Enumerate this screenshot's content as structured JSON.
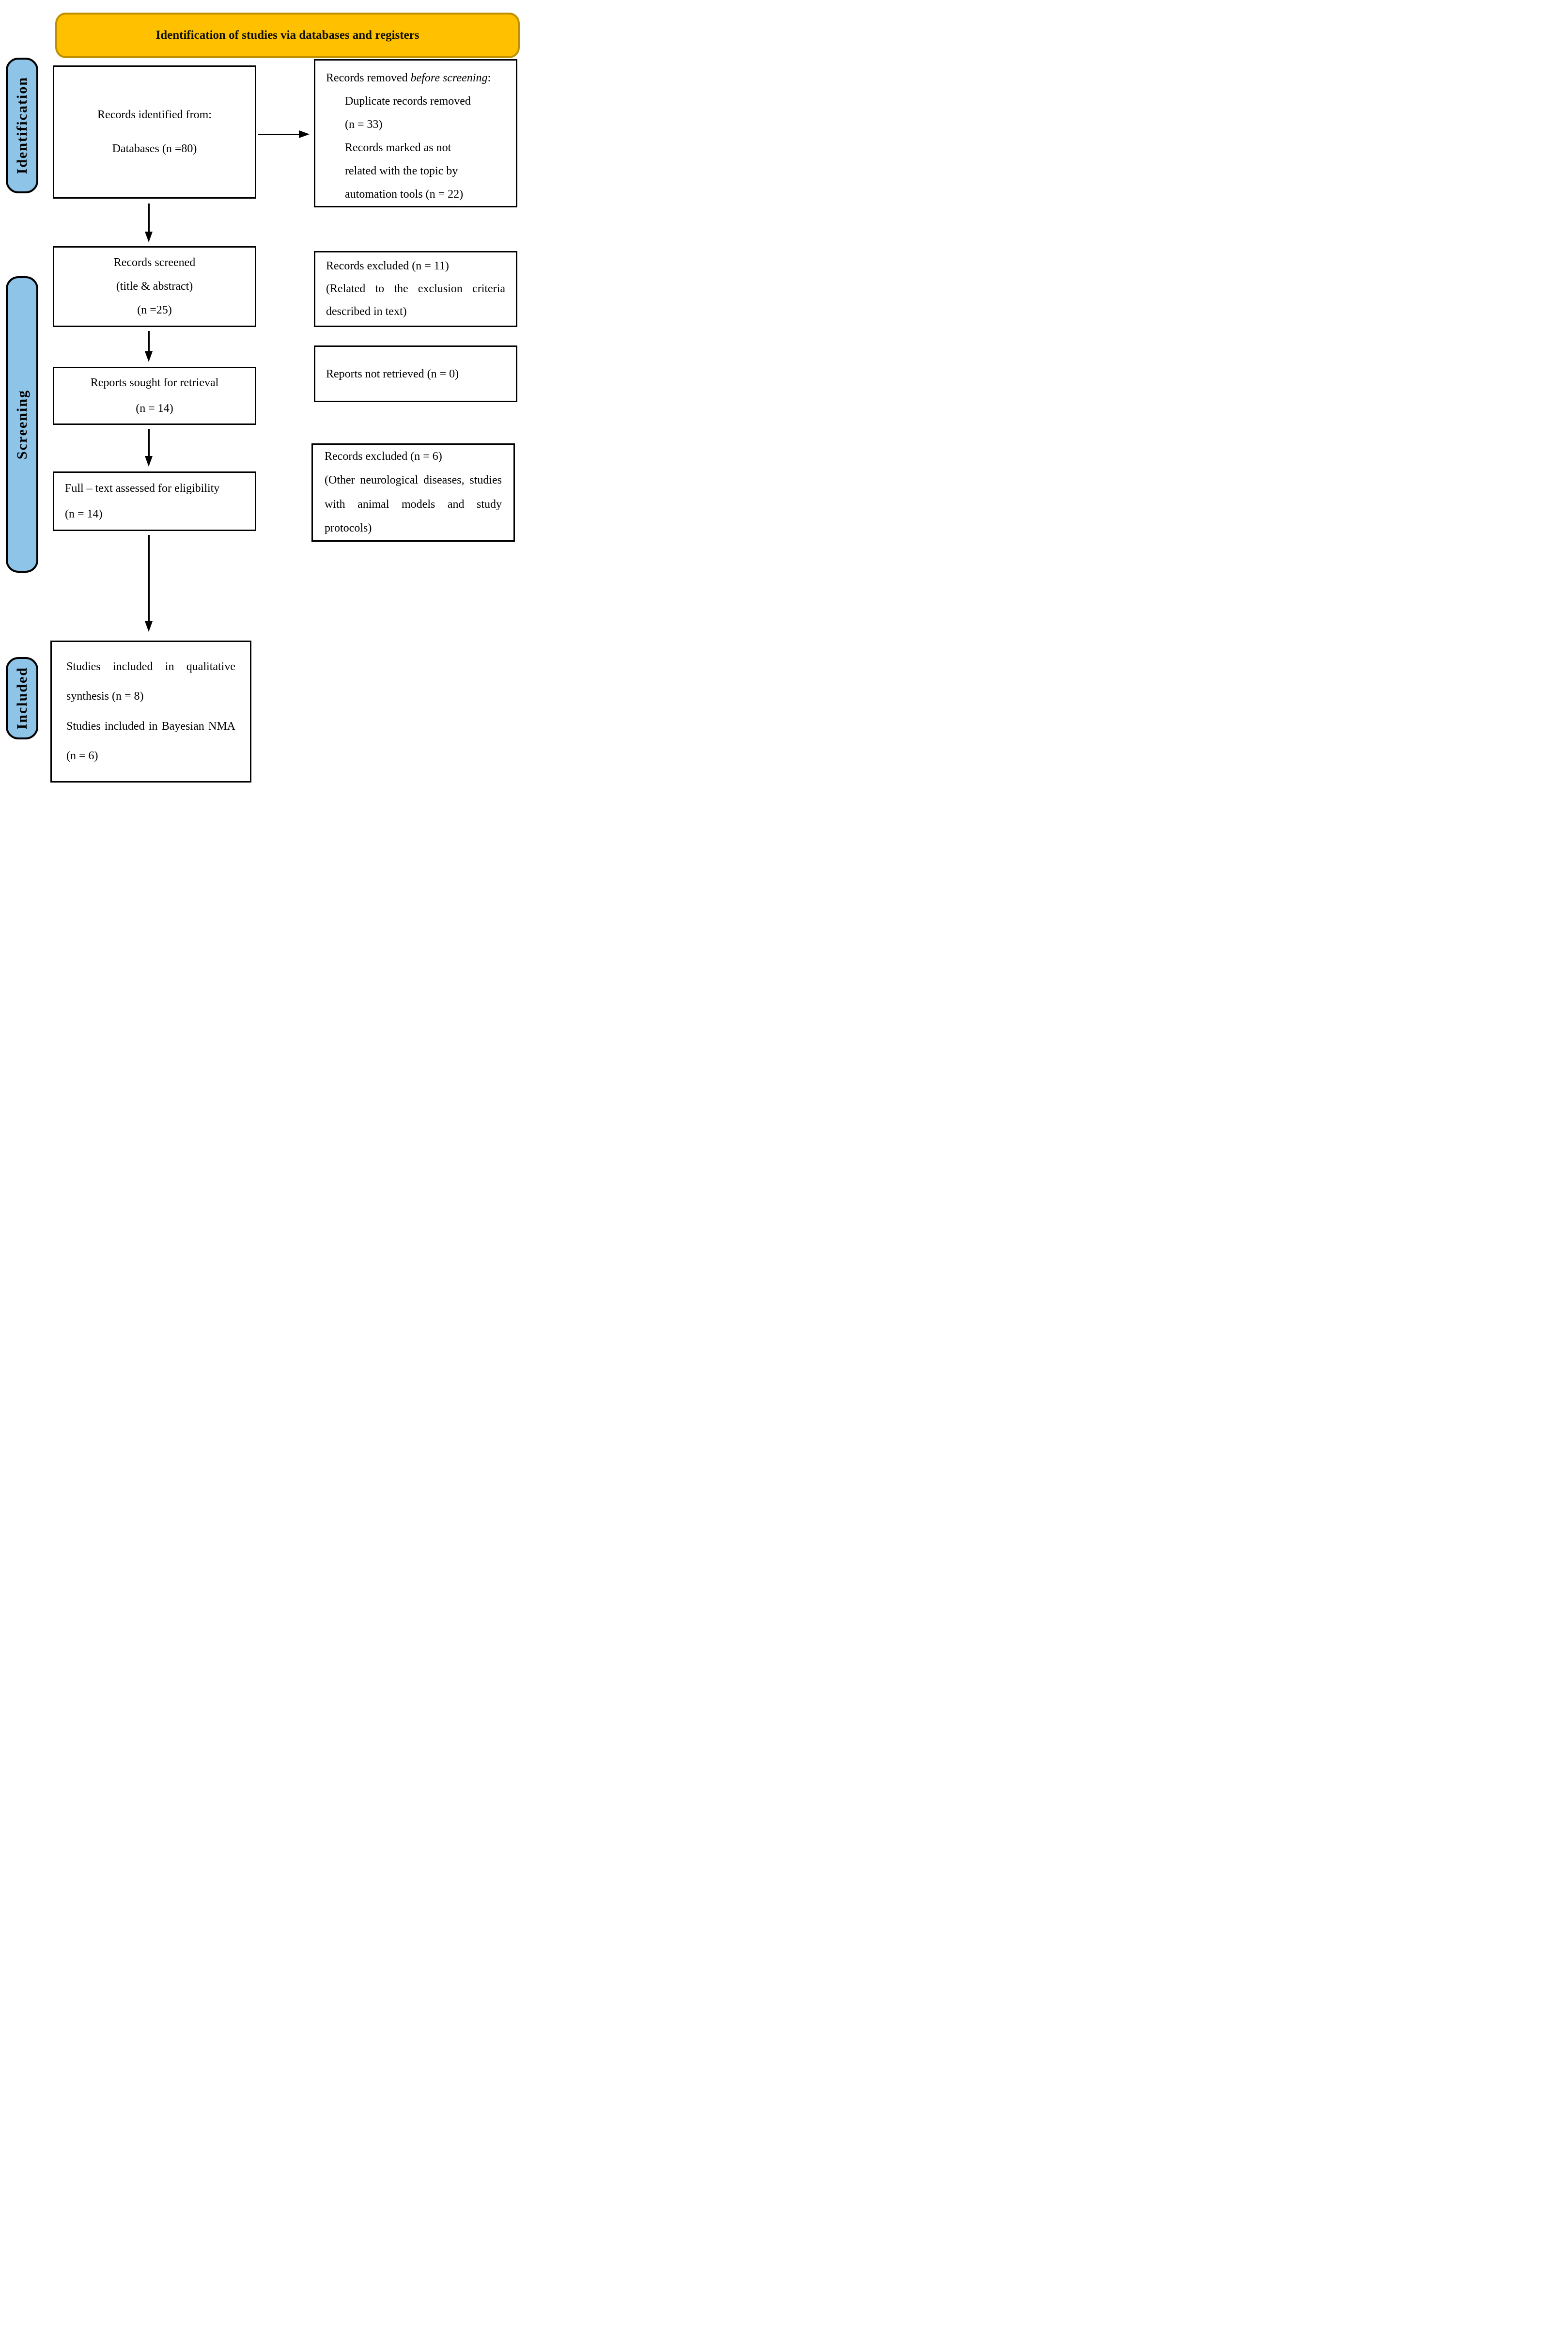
{
  "colors": {
    "banner_bg": "#FFC000",
    "banner_border": "#BF9000",
    "stage_bg": "#8EC4E8",
    "box_border": "#000000",
    "text": "#000000"
  },
  "banner": {
    "title": "Identification of studies via databases and registers"
  },
  "sidebar": {
    "stages": [
      {
        "label": "Identification"
      },
      {
        "label": "Screening"
      },
      {
        "label": "Included"
      }
    ]
  },
  "flow": {
    "identified": {
      "lines": [
        "Records identified from:",
        "Databases (n =80)"
      ]
    },
    "removed_before_screening": {
      "title_prefix": "Records removed ",
      "title_italic": "before screening",
      "title_suffix": ":",
      "items": [
        "Duplicate records removed (n = 33)",
        "Records marked as not related with the topic by automation tools (n = 22)"
      ]
    },
    "screened": {
      "lines": [
        "Records screened",
        "(title & abstract)",
        "(n =25)"
      ]
    },
    "records_excluded_screening": {
      "paragraphs": [
        "Records excluded (n = 11)",
        "(Related to the exclusion criteria described in text)"
      ]
    },
    "reports_sought": {
      "lines": [
        "Reports sought for retrieval",
        "(n = 14)"
      ]
    },
    "reports_not_retrieved": {
      "lines": [
        "Reports not retrieved (n = 0)"
      ]
    },
    "fulltext_assessed": {
      "lines": [
        "Full – text assessed for eligibility",
        "(n = 14)"
      ]
    },
    "records_excluded_fulltext": {
      "paragraphs": [
        "Records excluded (n = 6)",
        "(Other neurological diseases, studies with animal models and study protocols)"
      ]
    },
    "studies_included": {
      "paragraphs": [
        "Studies included in qualitative synthesis (n = 8)",
        "Studies included in Bayesian NMA (n = 6)"
      ]
    }
  }
}
